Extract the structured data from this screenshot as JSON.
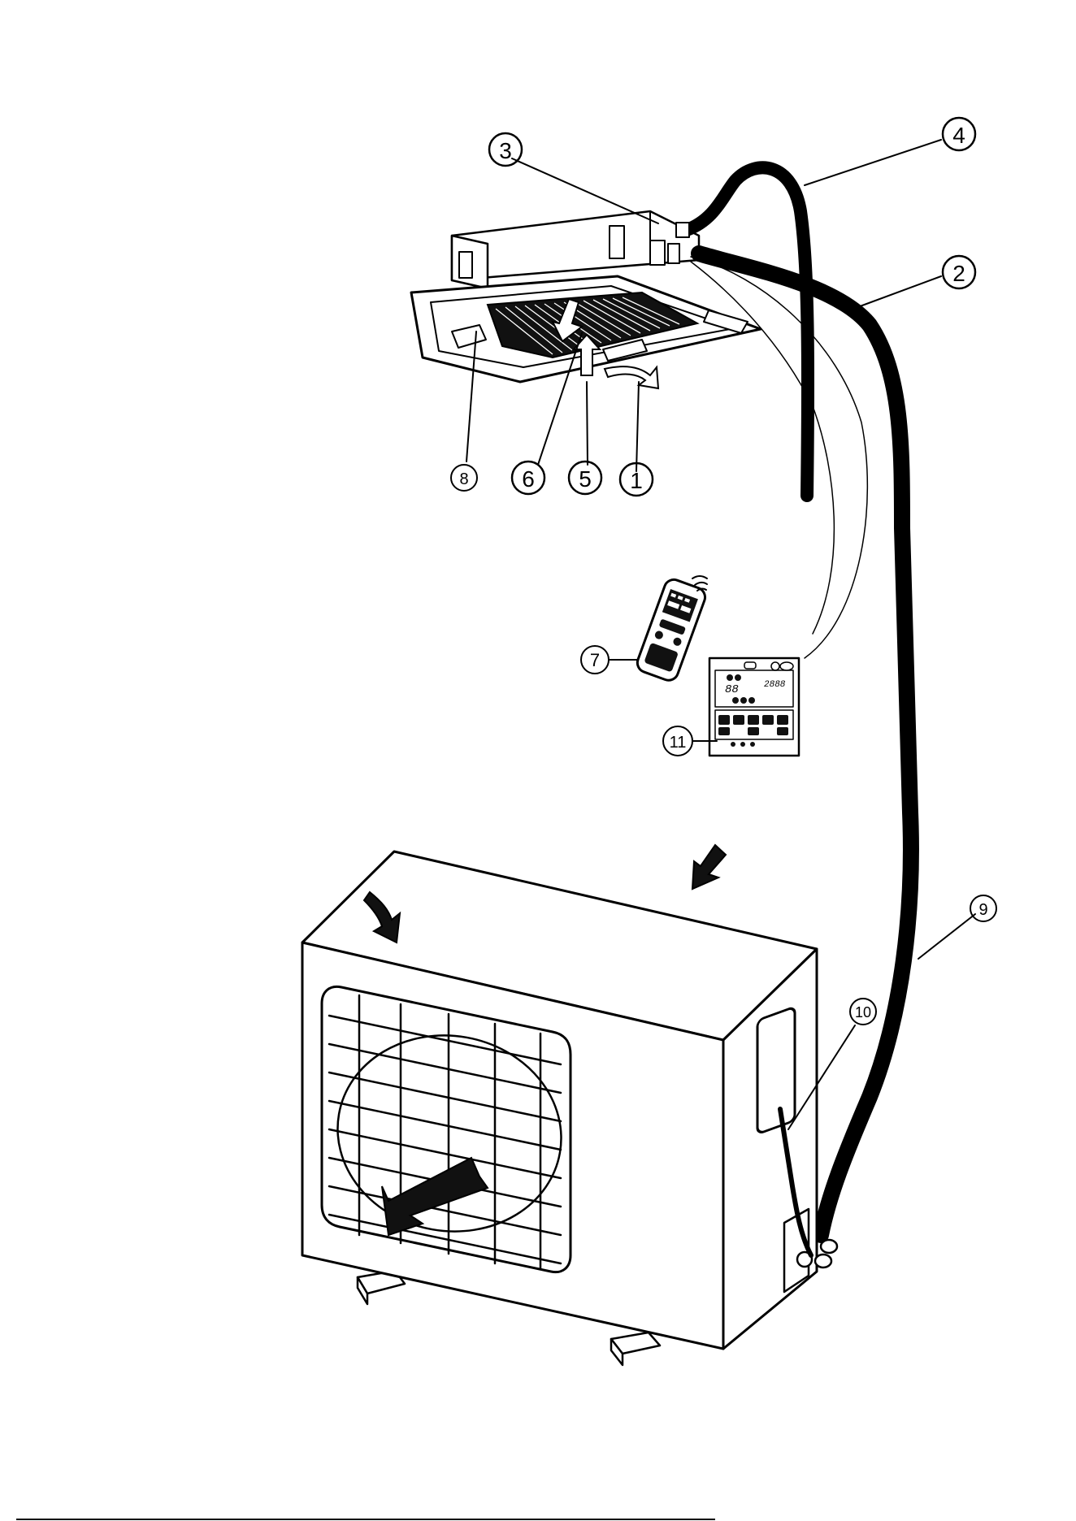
{
  "callouts": [
    {
      "id": "1",
      "label": "①"
    },
    {
      "id": "2",
      "label": "②"
    },
    {
      "id": "3",
      "label": "③"
    },
    {
      "id": "4",
      "label": "④"
    },
    {
      "id": "5",
      "label": "⑤"
    },
    {
      "id": "6",
      "label": "⑥"
    },
    {
      "id": "7",
      "label": "⑦"
    },
    {
      "id": "8",
      "label": "⑧"
    },
    {
      "id": "9",
      "label": "⑨"
    },
    {
      "id": "10",
      "label": "⑩"
    },
    {
      "id": "11",
      "label": "⑪"
    }
  ],
  "wired_controller": {
    "display_temp": "88",
    "display_time": "2888"
  },
  "icons": {
    "indoor_unit": "cassette-indoor-unit-icon",
    "outdoor_unit": "outdoor-unit-icon",
    "remote": "remote-controller-icon",
    "wired_controller": "wired-controller-icon",
    "airflow_arrow": "airflow-arrow-icon"
  }
}
